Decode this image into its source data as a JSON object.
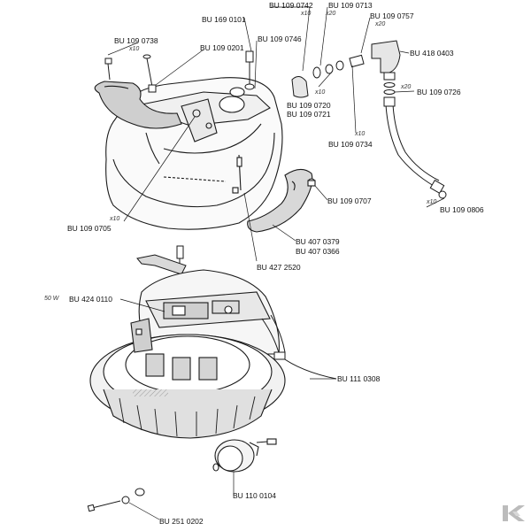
{
  "parts": {
    "p01": {
      "number": "BU 109 0742",
      "qty": "x10"
    },
    "p02": {
      "number": "BU 109 0713",
      "qty": "x20"
    },
    "p03": {
      "number": "BU 109 0757",
      "qty": "x20"
    },
    "p04": {
      "number": "BU 169 0101",
      "qty": ""
    },
    "p05": {
      "number": "BU 109 0738",
      "qty": "x10"
    },
    "p06": {
      "number": "BU 109 0201",
      "qty": ""
    },
    "p07": {
      "number": "BU 109 0746",
      "qty": ""
    },
    "p08": {
      "number": "BU 418 0403",
      "qty": ""
    },
    "p09": {
      "number": "BU 109 0726",
      "qty": "x20"
    },
    "p10": {
      "number": "BU 109 0720",
      "qty": "x10"
    },
    "p11": {
      "number": "BU 109 0721",
      "qty": ""
    },
    "p12": {
      "number": "BU 109 0734",
      "qty": "x10"
    },
    "p13": {
      "number": "BU 109 0707",
      "qty": ""
    },
    "p14": {
      "number": "BU 109 0806",
      "qty": "x10"
    },
    "p15": {
      "number": "BU 109 0705",
      "qty": "x10"
    },
    "p16": {
      "number": "BU 407 0379",
      "qty": ""
    },
    "p17": {
      "number": "BU 407 0366",
      "qty": ""
    },
    "p18": {
      "number": "BU 427 2520",
      "qty": ""
    },
    "p19": {
      "number": "BU 424 0110",
      "qty": "50 W"
    },
    "p20": {
      "number": "BU 111 0308",
      "qty": ""
    },
    "p21": {
      "number": "BU 110 0104",
      "qty": ""
    },
    "p22": {
      "number": "BU 251 0202",
      "qty": ""
    }
  },
  "logo": {
    "text": "K",
    "color": "#b9b9b9"
  },
  "colors": {
    "line": "#1a1a1a",
    "shade": "#bdbdbd",
    "light": "#e6e6e6"
  }
}
